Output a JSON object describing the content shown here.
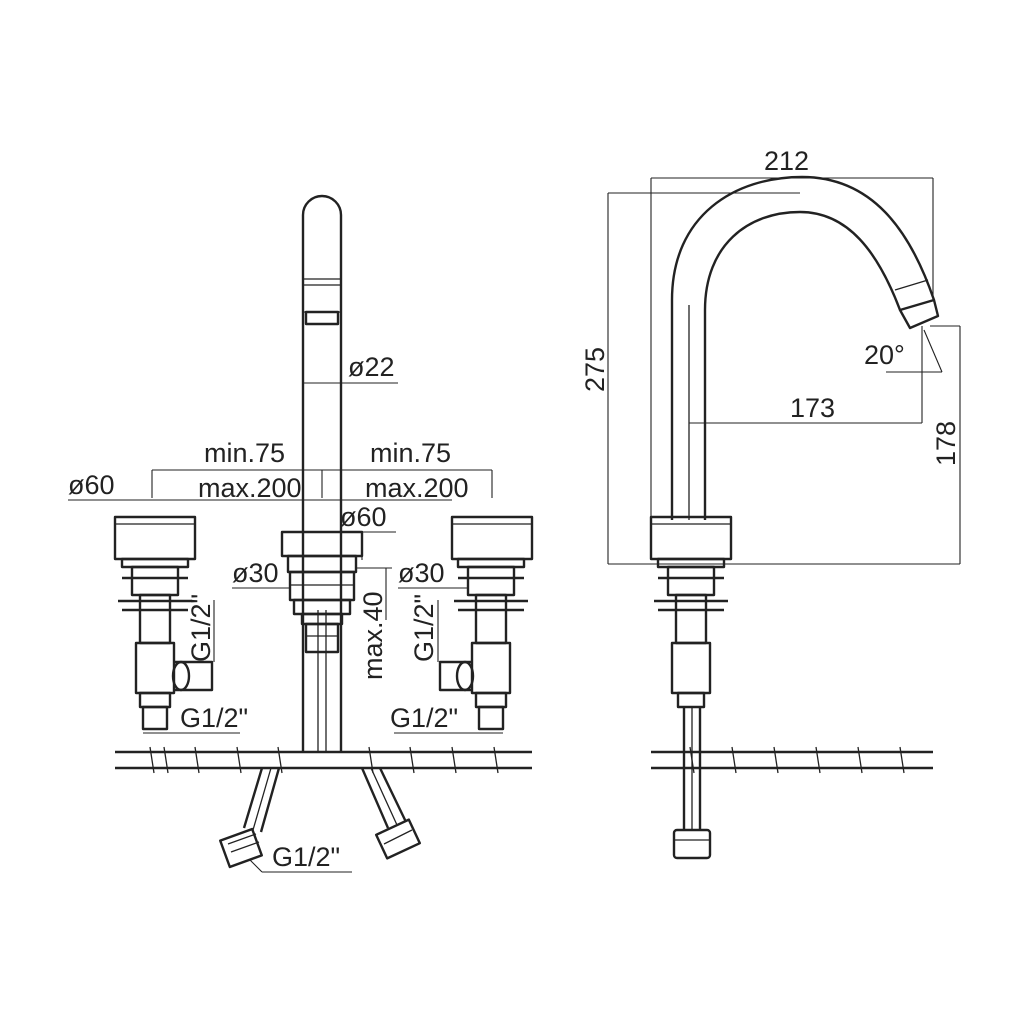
{
  "drawing": {
    "front_view": {
      "spout_diameter": "ø22",
      "left_spacing_min": "min.75",
      "right_spacing_min": "min.75",
      "left_spacing_max": "max.200",
      "right_spacing_max": "max.200",
      "left_handle_diameter": "ø60",
      "center_body_diameter": "ø60",
      "left_shank_diameter": "ø30",
      "right_shank_diameter": "ø30",
      "max_deck_thickness": "max.40",
      "left_side_thread": "G1/2\"",
      "right_side_thread": "G1/2\"",
      "left_bottom_thread": "G1/2\"",
      "right_bottom_thread": "G1/2\"",
      "hose_thread": "G1/2\""
    },
    "side_view": {
      "spout_reach": "212",
      "total_height": "275",
      "outlet_angle": "20°",
      "outlet_reach": "173",
      "outlet_height": "178"
    }
  }
}
